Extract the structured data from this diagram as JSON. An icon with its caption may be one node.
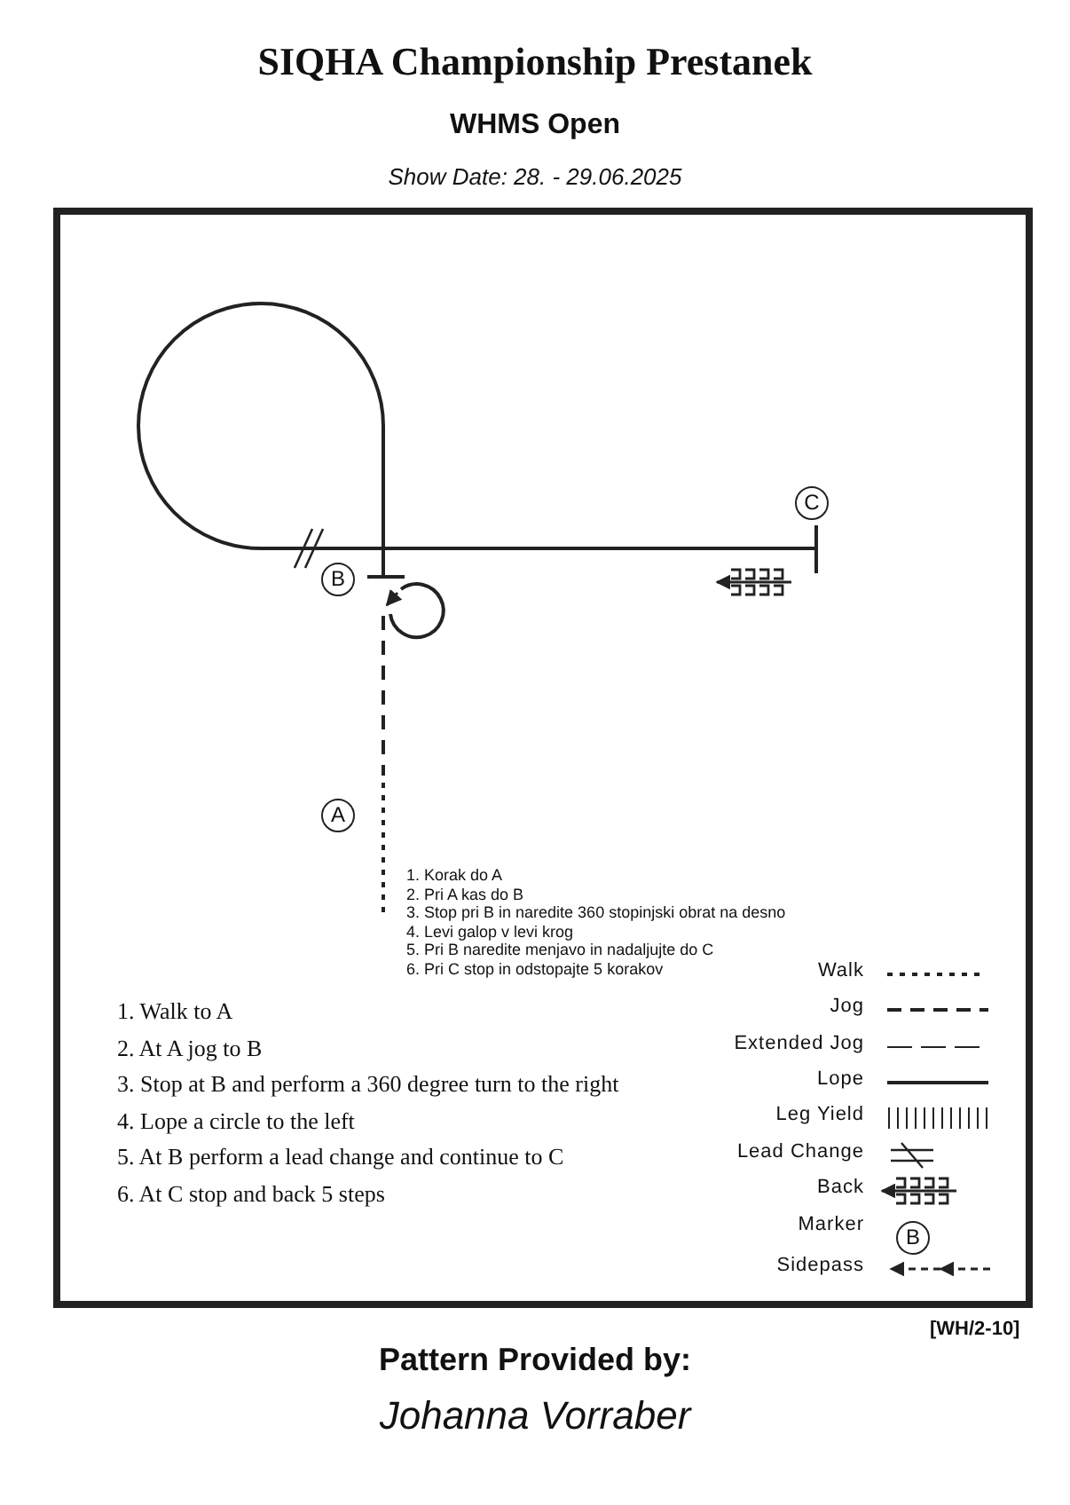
{
  "diagram": {
    "title": "SIQHA Championship Prestanek",
    "nodes": [
      {
        "text": [
          "B"
        ]
      },
      {
        "text": [
          "C"
        ]
      },
      {
        "text": [
          "A"
        ]
      },
      {
        "text": [
          "B"
        ]
      }
    ],
    "edges": [
      {
        "from": 0,
        "to": 1,
        "arrow": "none"
      }
    ],
    "labels": [
      "WHMS Open",
      "Show Date: 28. - 29.06.2025",
      "1. Korak do A",
      "2. Pri A kas do B",
      "3. Stop pri B in naredite 360 stopinjski obrat na desno",
      "4. Levi galop v levi krog",
      "5. Pri B naredite menjavo in nadaljujte do C",
      "6. Pri C stop in odstopajte 5 korakov",
      "1. Walk to A",
      "2. At A jog to B",
      "3. Stop at B and perform a 360 degree turn to the right",
      "4. Lope a circle to the left",
      "5. At B perform a lead change and continue to C",
      "6. At C stop and back 5 steps",
      "[WH/2-10]",
      "Pattern Provided by:",
      "Johanna Vorraber"
    ],
    "legend": [
      {
        "text": "Walk"
      },
      {
        "text": "Jog"
      },
      {
        "text": "Extended Jog"
      },
      {
        "text": "Lope"
      },
      {
        "text": "Leg Yield"
      },
      {
        "text": "Lead Change"
      },
      {
        "text": "Back"
      },
      {
        "text": "Marker"
      },
      {
        "text": "Sidepass"
      }
    ]
  }
}
